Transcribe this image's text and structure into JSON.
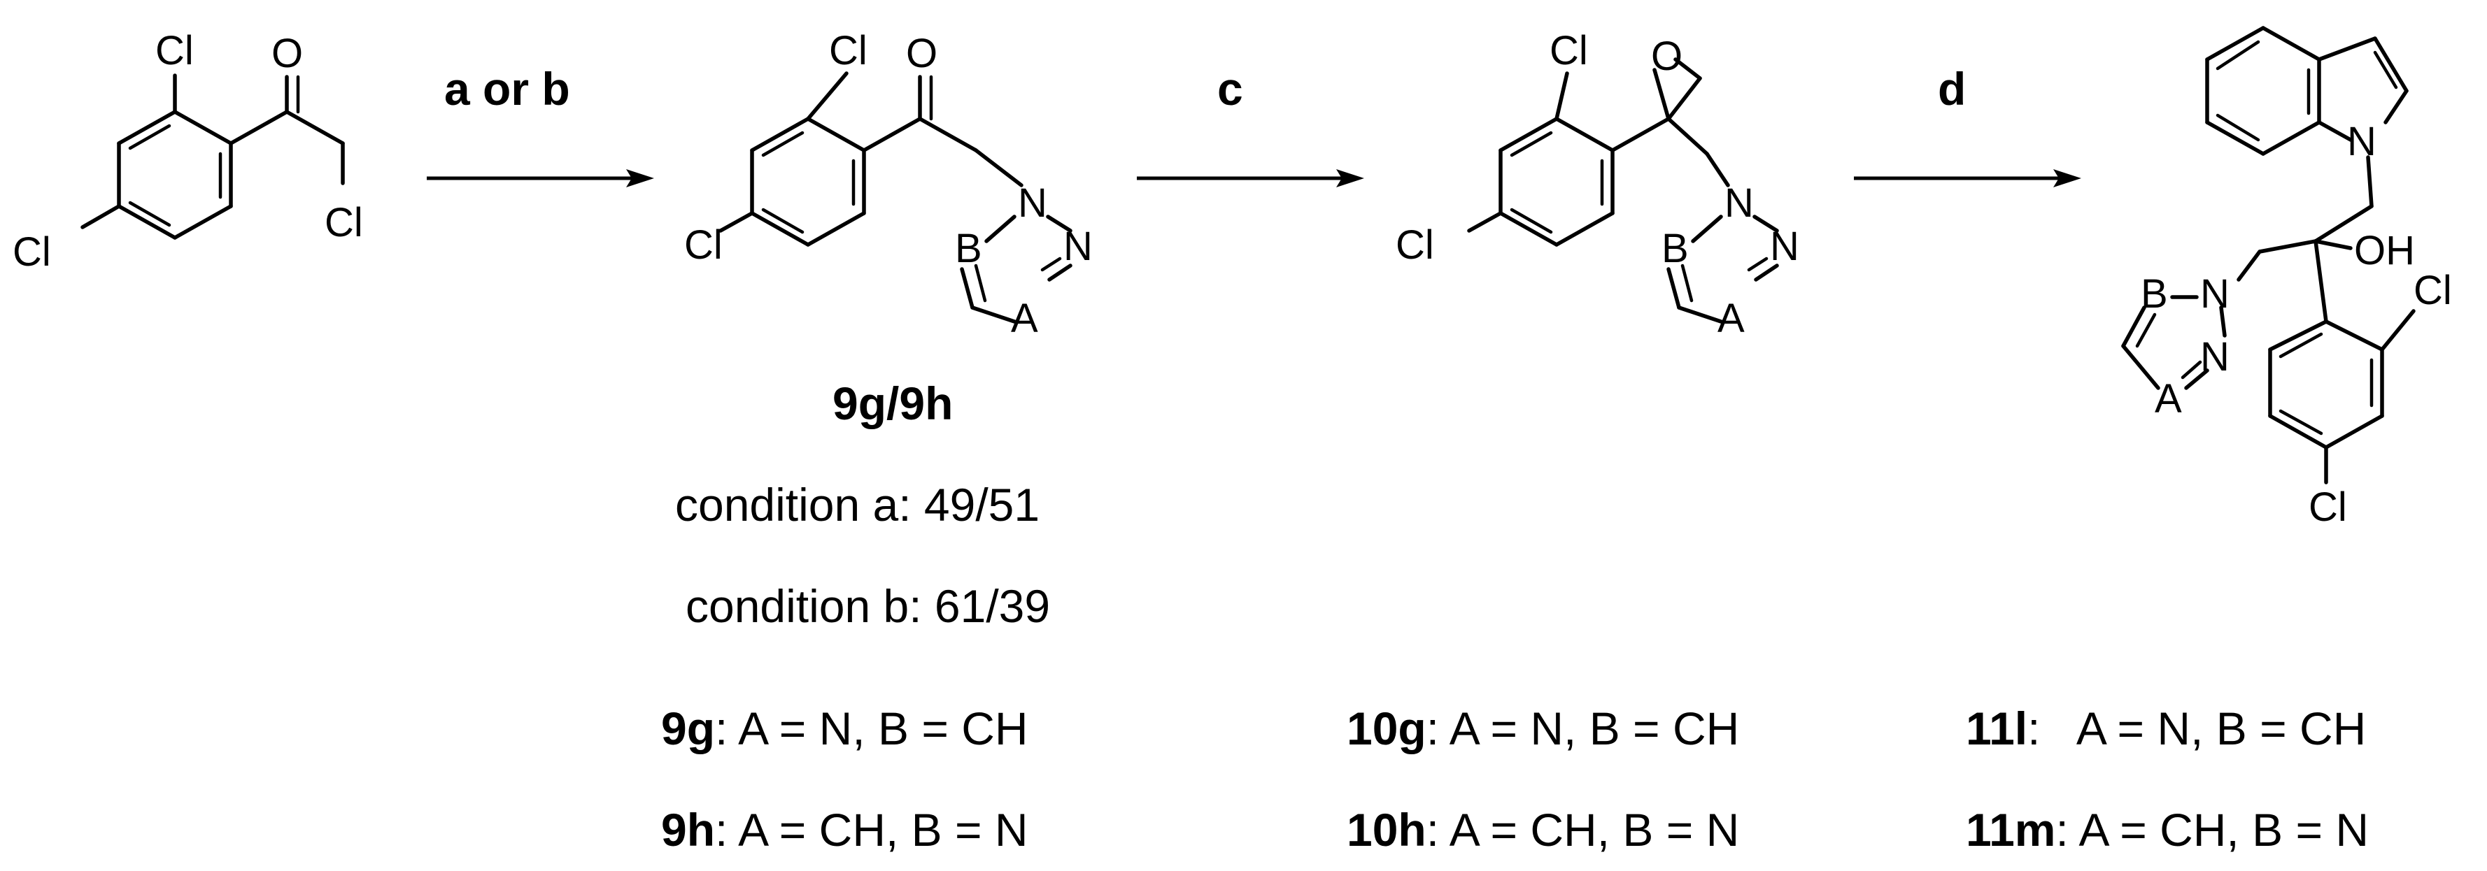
{
  "atoms": {
    "cl": "Cl",
    "o": "O",
    "n": "N",
    "a": "A",
    "b": "B",
    "oh": "OH"
  },
  "reagents": {
    "step1": "a or b",
    "step2": "c",
    "step3": "d"
  },
  "compound_9": {
    "label": "9g/9h",
    "condition_a": "condition a: 49/51",
    "condition_b": "condition b: 61/39",
    "g_id": "9g",
    "g_def": ": A = N, B = CH",
    "h_id": "9h",
    "h_def": ": A = CH, B = N"
  },
  "compound_10": {
    "g_id": "10g",
    "g_def": ": A = N, B = CH",
    "h_id": "10h",
    "h_def": ": A = CH, B = N"
  },
  "compound_11": {
    "l_id": "11l",
    "l_def": ":   A = N, B = CH",
    "m_id": "11m",
    "m_def": ": A = CH, B = N"
  }
}
